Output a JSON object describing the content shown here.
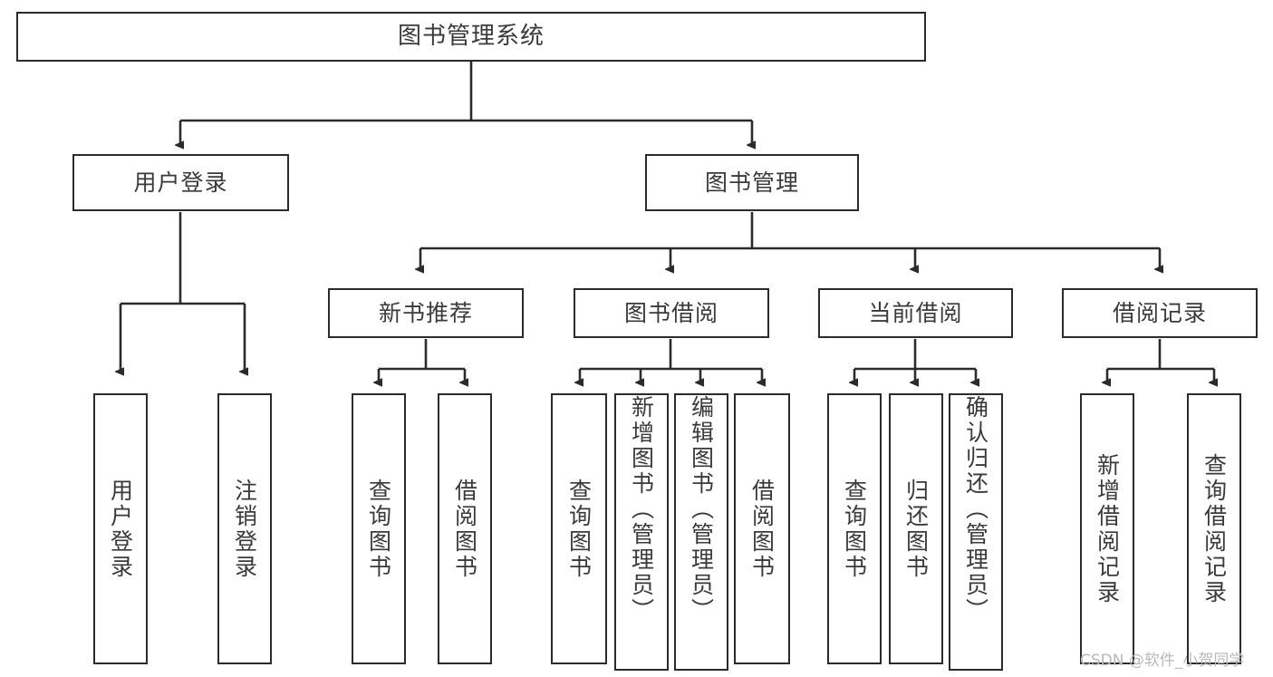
{
  "diagram": {
    "title": "图书管理系统",
    "type": "tree-hierarchy-chart",
    "watermark": "CSDN @软件_小贺同学",
    "colors": {
      "stroke": "#2b2b2b",
      "fill": "#ffffff",
      "text": "#3a3a3a",
      "watermark": "#b9b9b9"
    },
    "nodes": {
      "root": {
        "label": "图书管理系统"
      },
      "level2": [
        {
          "label": "用户登录"
        },
        {
          "label": "图书管理"
        }
      ],
      "level3": [
        {
          "label": "新书推荐"
        },
        {
          "label": "图书借阅"
        },
        {
          "label": "当前借阅"
        },
        {
          "label": "借阅记录"
        }
      ],
      "leaves": {
        "user_login": [
          {
            "label": "用户登录"
          },
          {
            "label": "注销登录"
          }
        ],
        "new_book_recommend": [
          {
            "label": "查询图书"
          },
          {
            "label": "借阅图书"
          }
        ],
        "book_borrow": [
          {
            "label": "查询图书"
          },
          {
            "label": "新增图书（管理员）"
          },
          {
            "label": "编辑图书（管理员）"
          },
          {
            "label": "借阅图书"
          }
        ],
        "current_borrow": [
          {
            "label": "查询图书"
          },
          {
            "label": "归还图书"
          },
          {
            "label": "确认归还（管理员）"
          }
        ],
        "borrow_record": [
          {
            "label": "新增借阅记录"
          },
          {
            "label": "查询借阅记录"
          }
        ]
      }
    }
  }
}
